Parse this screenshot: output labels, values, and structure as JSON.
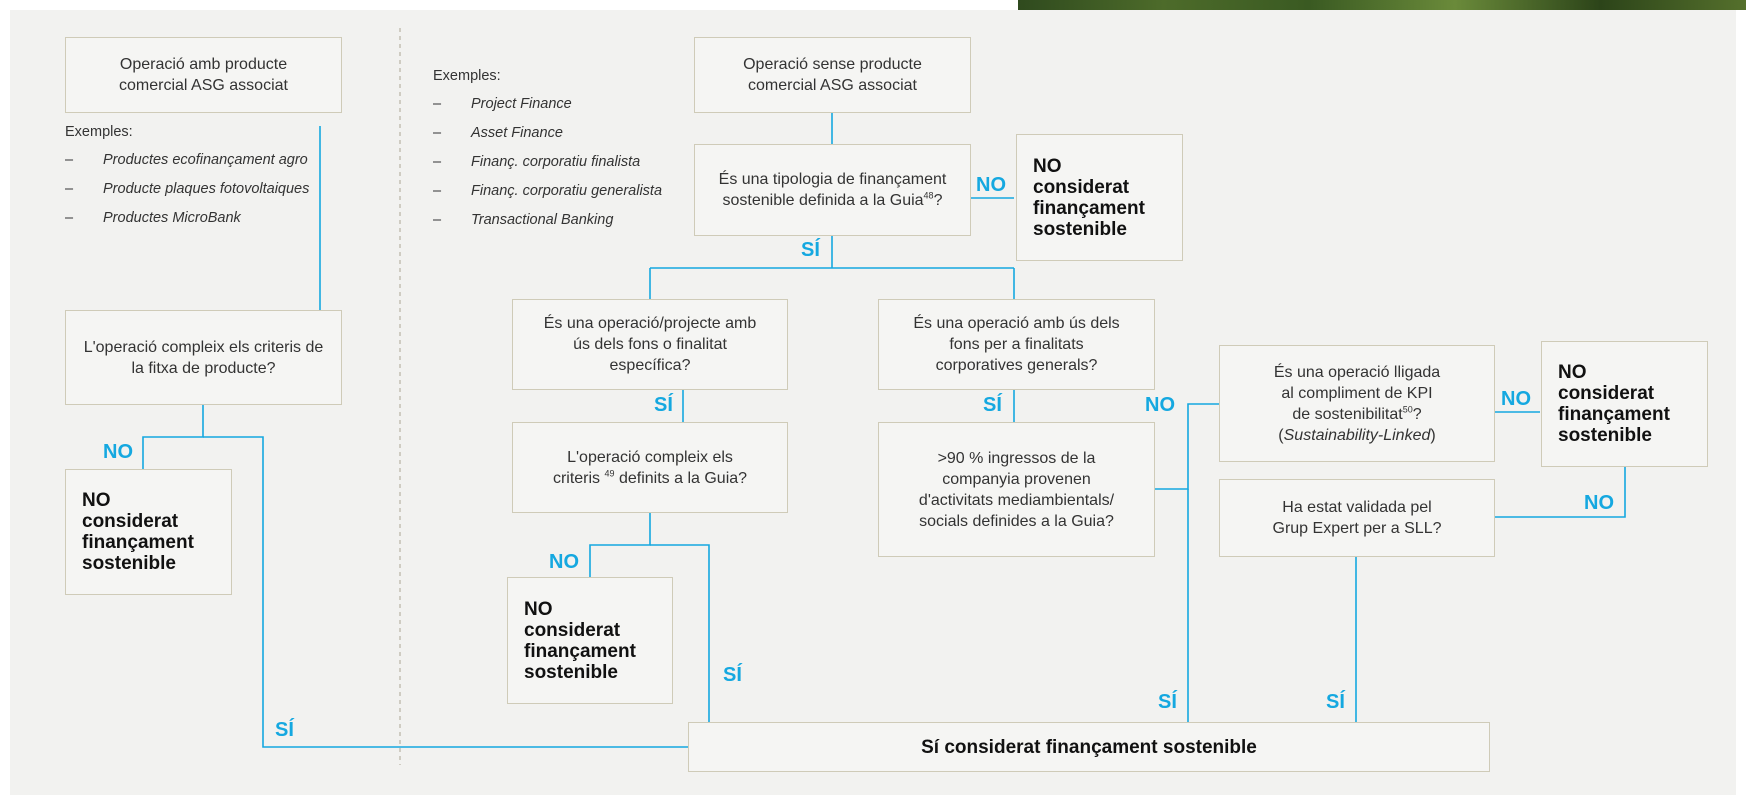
{
  "left_column": {
    "product_box": "Operació amb producte comercial ASG associat",
    "examples_title": "Exemples:",
    "examples": [
      "Productes ecofinançament agro",
      "Producte plaques fotovoltaiques",
      "Productes MicroBank"
    ],
    "criteria_question": "L'operació compleix els criteris de la fitxa de producte?",
    "no_label": "NO",
    "no_result": [
      "NO",
      "considerat",
      "finançament",
      "sostenible"
    ],
    "yes_label": "SÍ"
  },
  "right_column": {
    "examples_title": "Exemples:",
    "examples": [
      "Project Finance",
      "Asset Finance",
      "Finanç. corporatiu finalista",
      "Finanç. corporatiu generalista",
      "Transactional Banking"
    ],
    "no_product_box": "Operació sense producte comercial ASG associat",
    "typology_question": {
      "text": "És una tipologia de finançament sostenible definida a la Guia",
      "sup": "48",
      "suffix": "?"
    },
    "typology_no_label": "NO",
    "typology_no_result": [
      "NO",
      "considerat",
      "finançament",
      "sostenible"
    ],
    "typology_yes_label": "SÍ",
    "specific_use_question": "És una operació/projecte amb ús dels fons o finalitat específica?",
    "specific_yes_label": "SÍ",
    "guide_criteria_question": {
      "pre": "L'operació compleix els criteris",
      "sup": "49",
      "post": " definits a la Guia?"
    },
    "guide_no_label": "NO",
    "guide_no_result": [
      "NO",
      "considerat",
      "finançament",
      "sostenible"
    ],
    "guide_yes_label": "SÍ",
    "general_use_question": "És una operació amb ús dels fons per a finalitats corporatives generals?",
    "general_yes_label": "SÍ",
    "income_question": ">90 % ingressos de la companyia provenen d'activitats mediambientals/ socials definides a la Guia?",
    "income_no_label": "NO",
    "income_yes_label": "SÍ",
    "kpi_question": {
      "line1": "És una operació lligada",
      "line2": "al compliment de KPI",
      "line3_pre": "de sostenibilitat",
      "sup": "50",
      "line3_post": "?",
      "line4_italic": "Sustainability-Linked"
    },
    "kpi_no_label": "NO",
    "kpi_no_result": [
      "NO",
      "considerat",
      "finançament",
      "sostenible"
    ],
    "validated_question": "Ha estat validada pel Grup Expert per a SLL?",
    "validated_no_label": "NO",
    "validated_yes_label": "SÍ"
  },
  "final_result": "Sí considerat finançament sostenible",
  "colors": {
    "connector": "#15a8e0",
    "box_border": "#cfcbb8",
    "panel": "#f2f2f0"
  }
}
